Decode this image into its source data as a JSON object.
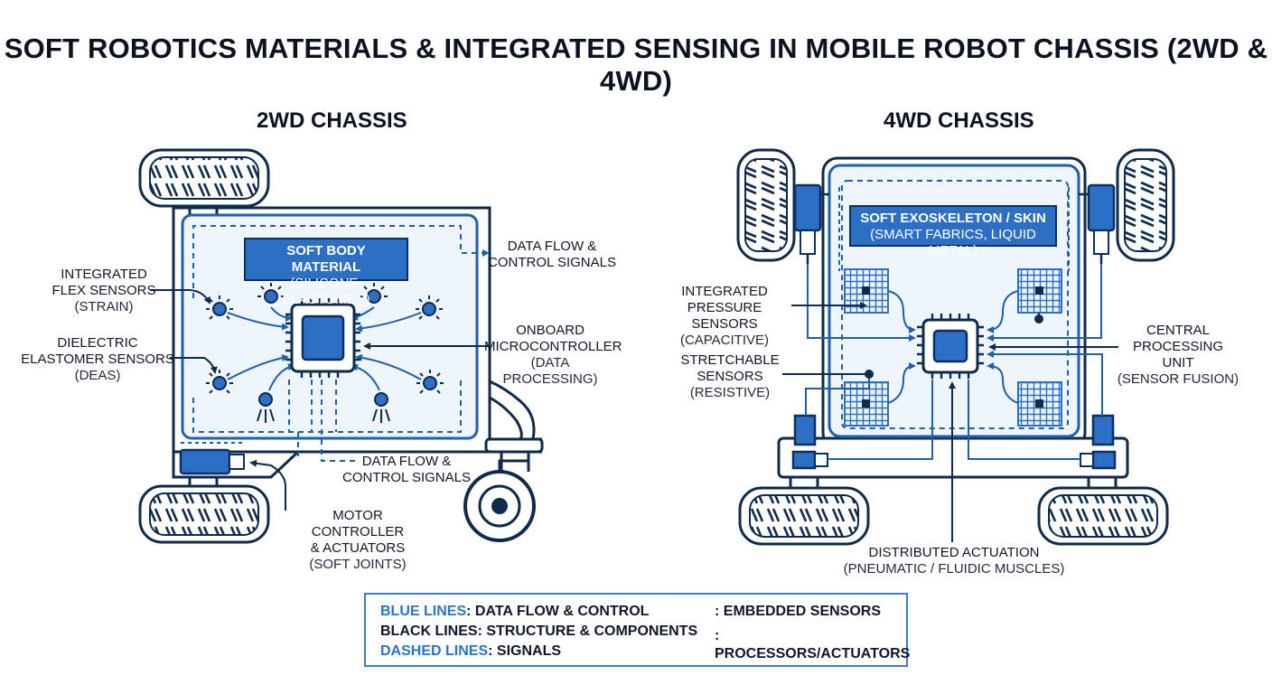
{
  "title": "SOFT ROBOTICS MATERIALS & INTEGRATED SENSING IN MOBILE ROBOT CHASSIS (2WD & 4WD)",
  "left": {
    "heading": "2WD CHASSIS",
    "body_box": {
      "line1": "SOFT BODY MATERIAL",
      "line2": "(SILICONE, ELASTOMER)"
    },
    "labels": {
      "flex_1": "INTEGRATED",
      "flex_2": "FLEX SENSORS",
      "flex_3": "(STRAIN)",
      "dea_1": "DIELECTRIC",
      "dea_2": "ELASTOMER SENSORS",
      "dea_3": "(DEAS)",
      "df_top_1": "DATA FLOW &",
      "df_top_2": "CONTROL SIGNALS",
      "mcu_1": "ONBOARD",
      "mcu_2": "MICROCONTROLLER",
      "mcu_3": "(DATA PROCESSING)",
      "df_bot_1": "DATA FLOW &",
      "df_bot_2": "CONTROL SIGNALS",
      "motor_1": "MOTOR CONTROLLER",
      "motor_2": "& ACTUATORS",
      "motor_3": "(SOFT JOINTS)"
    }
  },
  "right": {
    "heading": "4WD CHASSIS",
    "skin_box": {
      "line1": "SOFT EXOSKELETON / SKIN",
      "line2": "(SMART FABRICS, LIQUID METAL)"
    },
    "labels": {
      "press_1": "INTEGRATED",
      "press_2": "PRESSURE SENSORS",
      "press_3": "(CAPACITIVE)",
      "stretch_1": "STRETCHABLE",
      "stretch_2": "SENSORS",
      "stretch_3": "(RESISTIVE)",
      "cpu_1": "CENTRAL",
      "cpu_2": "PROCESSING UNIT",
      "cpu_3": "(SENSOR FUSION)",
      "act_1": "DISTRIBUTED ACTUATION",
      "act_2": "(PNEUMATIC / FLUIDIC MUSCLES)"
    }
  },
  "legend": {
    "blue_key": "BLUE LINES",
    "blue_val": ": DATA FLOW & CONTROL",
    "black_key": "BLACK LINES",
    "black_val": ": STRUCTURE & COMPONENTS",
    "dashed_key": "DASHED LINES",
    "dashed_val": ": SIGNALS",
    "sensors": ": EMBEDDED SENSORS",
    "processors": ": PROCESSORS/ACTUATORS"
  },
  "colors": {
    "blue": "#2d6fc4",
    "dark": "#0b2f63",
    "line": "#1f5fae",
    "structure": "#0f2a4a"
  }
}
